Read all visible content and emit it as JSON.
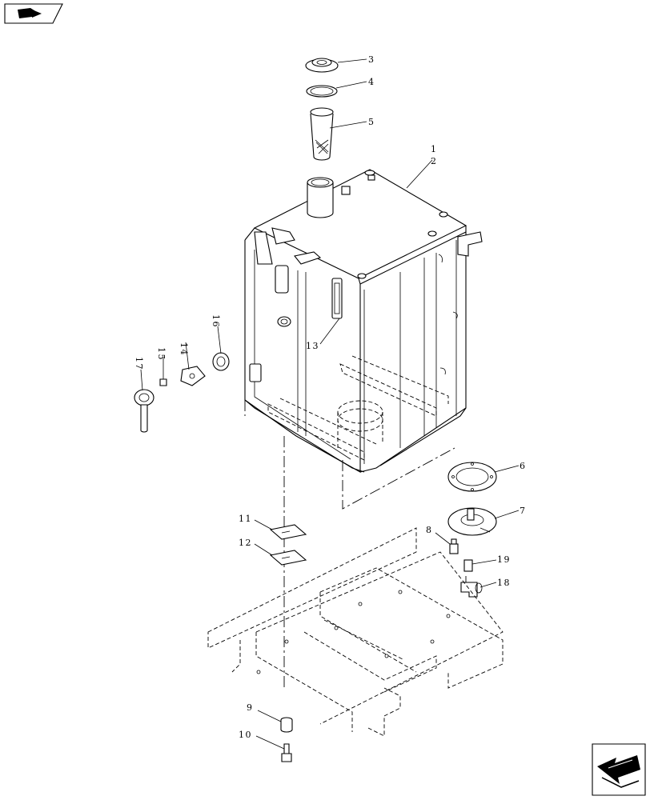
{
  "diagram": {
    "callouts": [
      {
        "id": "c1",
        "label": "1"
      },
      {
        "id": "c2",
        "label": "2"
      },
      {
        "id": "c3",
        "label": "3"
      },
      {
        "id": "c4",
        "label": "4"
      },
      {
        "id": "c5",
        "label": "5"
      },
      {
        "id": "c6",
        "label": "6"
      },
      {
        "id": "c7",
        "label": "7"
      },
      {
        "id": "c8",
        "label": "8"
      },
      {
        "id": "c9",
        "label": "9"
      },
      {
        "id": "c10",
        "label": "10"
      },
      {
        "id": "c11",
        "label": "11"
      },
      {
        "id": "c12",
        "label": "12"
      },
      {
        "id": "c13",
        "label": "13"
      },
      {
        "id": "c14",
        "label": "14"
      },
      {
        "id": "c15",
        "label": "15"
      },
      {
        "id": "c16",
        "label": "16"
      },
      {
        "id": "c17",
        "label": "17"
      },
      {
        "id": "c18",
        "label": "18"
      },
      {
        "id": "c19",
        "label": "19"
      }
    ]
  },
  "nav": {
    "prev_icon": "book-arrow-icon",
    "next_icon": "next-page-arrow-icon"
  }
}
